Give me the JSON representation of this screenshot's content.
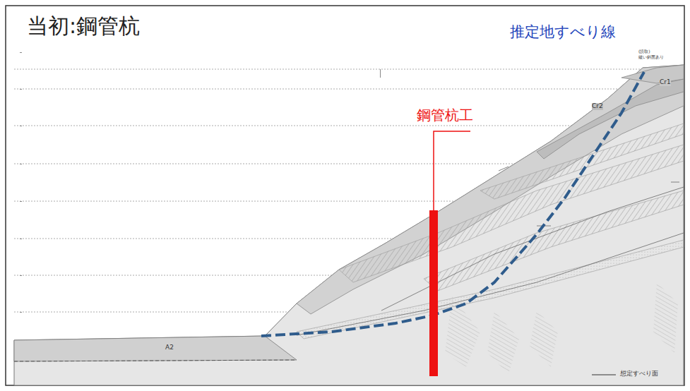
{
  "diagram": {
    "title": "当初:鋼管杭",
    "labels": [
      "推定地すべり線",
      "(読取)",
      "緩い斜面あり",
      "鋼管杭工",
      "Cr1",
      "Cr2",
      "A2"
    ],
    "legend": [
      {
        "text": "想定すべり面"
      }
    ]
  }
}
